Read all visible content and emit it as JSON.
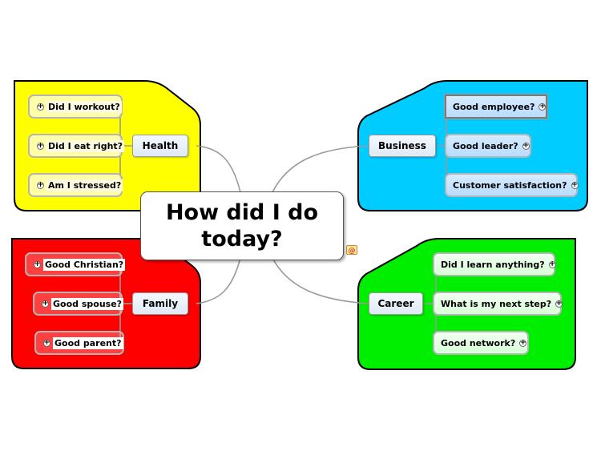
{
  "central": {
    "text": "How did I do today?"
  },
  "branches": {
    "health": {
      "label": "Health",
      "color": "#ffff00",
      "items": [
        "Did I workout?",
        "Did I eat right?",
        "Am I stressed?"
      ]
    },
    "business": {
      "label": "Business",
      "color": "#00ccff",
      "items": [
        "Good employee?",
        "Good leader?",
        "Customer satisfaction?"
      ]
    },
    "family": {
      "label": "Family",
      "color": "#ff0000",
      "items": [
        "Good Christian?",
        "Good spouse?",
        "Good parent?"
      ]
    },
    "career": {
      "label": "Career",
      "color": "#00ee00",
      "items": [
        "Did I learn anything?",
        "What is my next step?",
        "Good network?"
      ]
    }
  },
  "icons": {
    "expand": "+",
    "mail": "email-at-icon"
  }
}
